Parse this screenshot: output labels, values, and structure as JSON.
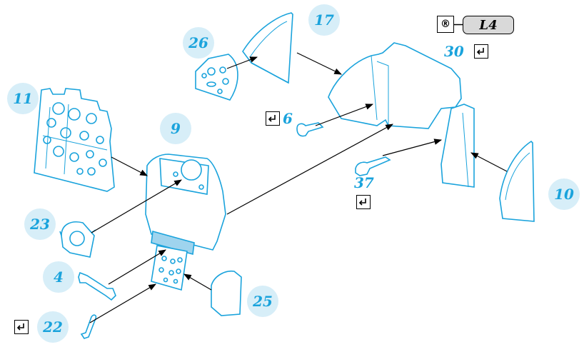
{
  "labels": {
    "p17": "17",
    "p26": "26",
    "p11": "11",
    "p9": "9",
    "p23": "23",
    "p4": "4",
    "p22": "22",
    "p25": "25",
    "p10": "10",
    "p6": "6",
    "p37": "37",
    "p30": "30"
  },
  "reference": {
    "symbol": "®",
    "code": "L4"
  },
  "colors": {
    "part_fill": "#ffffff",
    "part_stroke": "#1aa3dc",
    "label_circle": "#d7eef8",
    "label_text": "#1aa3dc",
    "highlight": "#9fd4ee"
  },
  "icons": {
    "glue": "glue-marker-icon"
  }
}
